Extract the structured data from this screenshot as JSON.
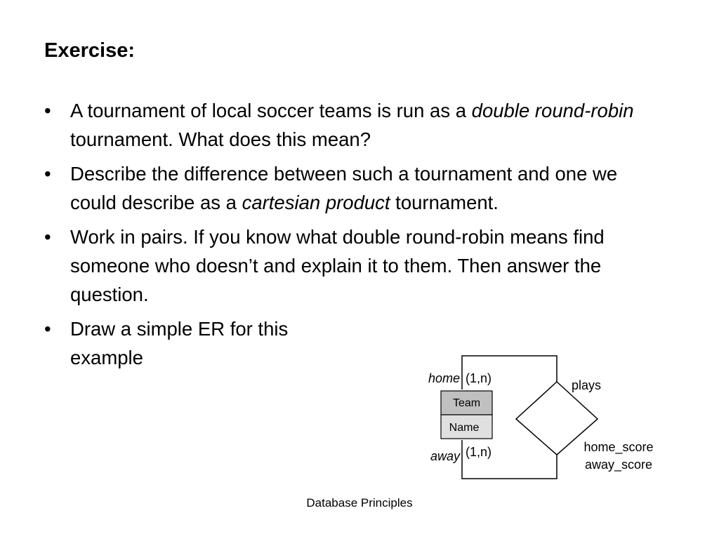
{
  "slide": {
    "title": "Exercise:",
    "bullet_marker": "•",
    "bullets": [
      {
        "parts": [
          {
            "text": "A tournament of local soccer teams is run as a ",
            "italic": false
          },
          {
            "text": "double round-robin",
            "italic": true
          },
          {
            "text": " tournament. What does this mean?",
            "italic": false
          }
        ]
      },
      {
        "parts": [
          {
            "text": "Describe the difference between such a tournament and one we could describe as a ",
            "italic": false
          },
          {
            "text": "cartesian product",
            "italic": true
          },
          {
            "text": " tournament.",
            "italic": false
          }
        ]
      },
      {
        "parts": [
          {
            "text": "Work in pairs. If you know what double round-robin means find someone who doesn’t and explain it to them. Then answer the question.",
            "italic": false
          }
        ]
      },
      {
        "parts": [
          {
            "text": "Draw a simple ER for this example",
            "italic": false
          }
        ]
      }
    ],
    "footer": "Database Principles"
  },
  "er_diagram": {
    "entity": {
      "name": "Team",
      "attribute": "Name",
      "header_fill": "#c0c0c0",
      "body_fill": "#e0e0e0"
    },
    "relationship": {
      "name": "plays",
      "attributes": [
        "home_score",
        "away_score"
      ]
    },
    "roles": [
      {
        "role": "home",
        "cardinality": "(1,n)"
      },
      {
        "role": "away",
        "cardinality": "(1,n)"
      }
    ]
  }
}
